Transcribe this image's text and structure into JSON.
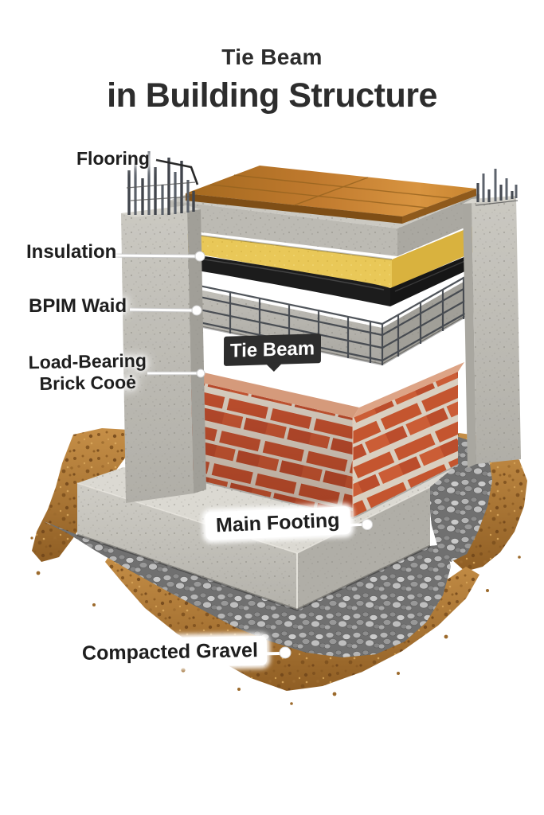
{
  "title": {
    "line1": "Tie Beam",
    "line2": "in Building Structure"
  },
  "callout": {
    "label": "Tie Beam"
  },
  "labels": {
    "flooring": "Flooring",
    "insulation": "Insulation",
    "dpm_layer": "BPIM Waid",
    "load_bearing_line1": "Load-Bearing",
    "load_bearing_line2": "Brick Cooė",
    "main_footing": "Main Footing",
    "compacted_gravel": "Compacted Gravel"
  },
  "colors": {
    "background": "#ffffff",
    "title_text": "#2d2d2d",
    "label_text": "#1e1e1e",
    "callout_bg": "#2d2d2d",
    "callout_text": "#ffffff",
    "wood": "#c07a2e",
    "concrete": "#c6c4bd",
    "insulation": "#e9c858",
    "membrane": "#1d1d1d",
    "brick": "#c0512f",
    "mortar": "#d8cec0",
    "gravel": "#9a9a9a",
    "soil": "#a87233",
    "rebar": "#454a52"
  }
}
